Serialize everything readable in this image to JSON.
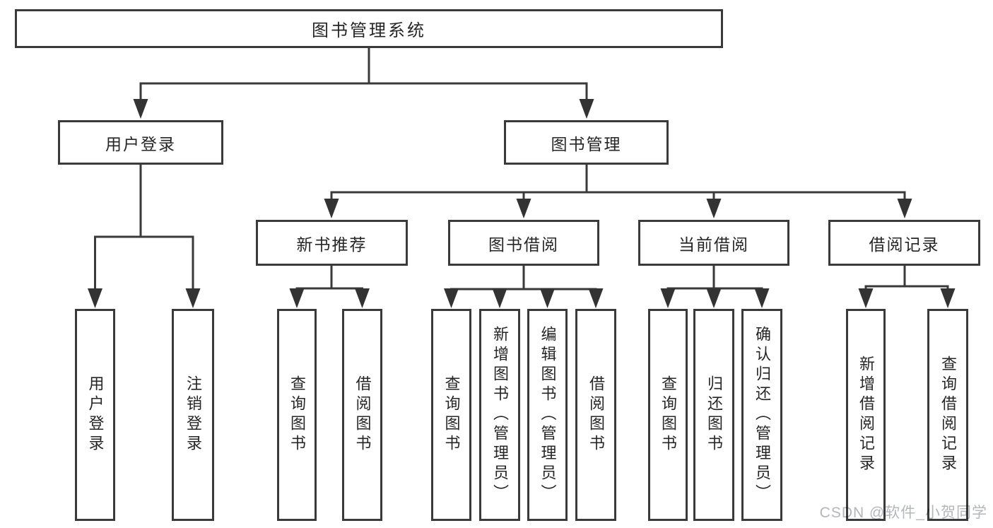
{
  "diagram": {
    "title": "图书管理系统",
    "level2": {
      "user_login": "用户登录",
      "book_mgmt": "图书管理"
    },
    "level3": {
      "new_book_rec": "新书推荐",
      "book_borrow": "图书借阅",
      "current_borrow": "当前借阅",
      "borrow_record": "借阅记录"
    },
    "leaves": {
      "user_login_group": {
        "login": "用户登录",
        "logout": "注销登录"
      },
      "new_book_rec_group": {
        "query_books": "查询图书",
        "borrow_books": "借阅图书"
      },
      "book_borrow_group": {
        "query_books": "查询图书",
        "add_books": "新增图书（管理员）",
        "edit_books": "编辑图书（管理员）",
        "borrow_books": "借阅图书"
      },
      "current_borrow_group": {
        "query_books": "查询图书",
        "return_books": "归还图书",
        "confirm_return": "确认归还（管理员）"
      },
      "borrow_record_group": {
        "add_record": "新增借阅记录",
        "query_record": "查询借阅记录"
      }
    }
  },
  "watermark": "CSDN @软件_小贺同学",
  "colors": {
    "line": "#3a3a3a",
    "text": "#262626",
    "watermark": "#b3b6bb",
    "background": "#ffffff"
  }
}
